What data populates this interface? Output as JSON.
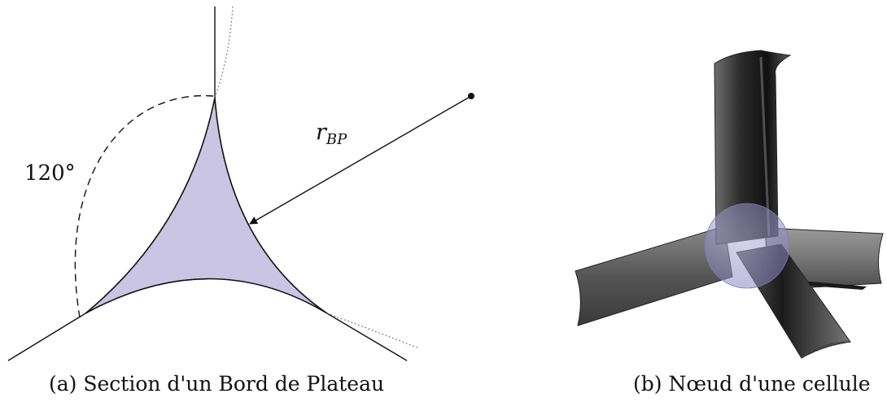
{
  "panel_a": {
    "angle_label": "120°",
    "radius_label_main": "r",
    "radius_label_sub": "BP",
    "caption": "(a) Section d'un Bord de Plateau"
  },
  "panel_b": {
    "caption": "(b) Nœud d'une cellule"
  },
  "colors": {
    "plateau_fill": "#c9c5e2",
    "line": "#111111",
    "node_sphere": "#9d97c9"
  }
}
